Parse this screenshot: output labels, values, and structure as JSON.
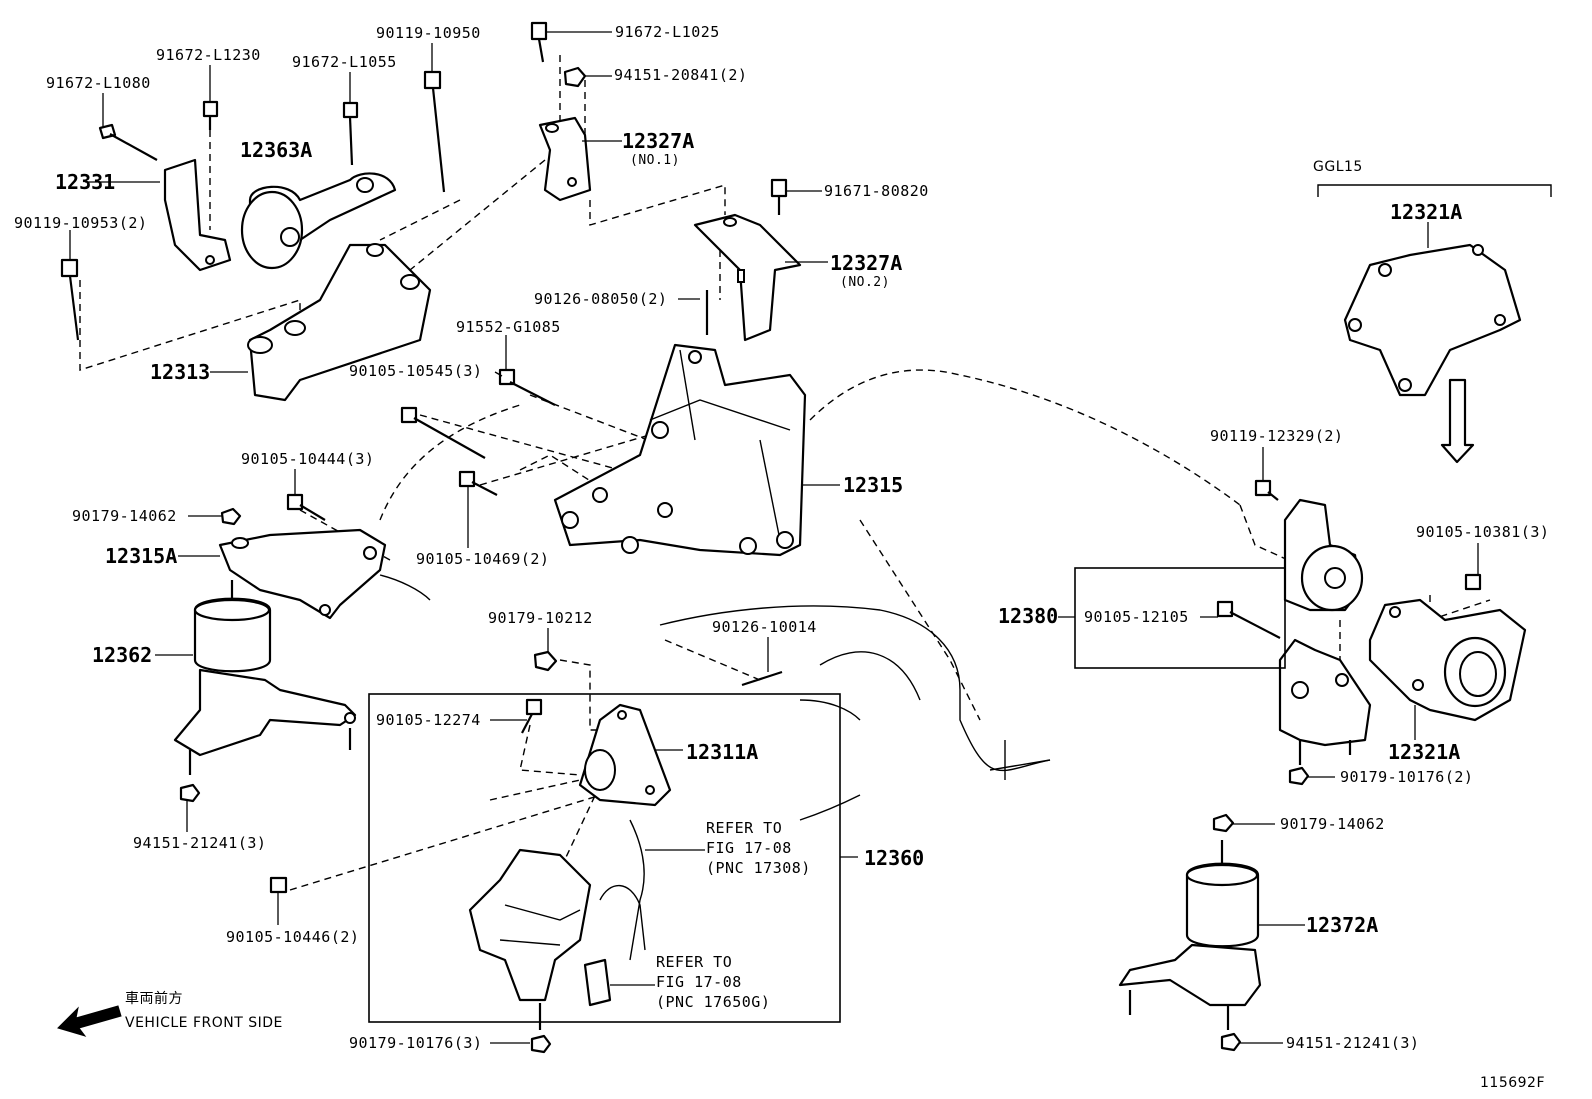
{
  "diagram": {
    "figure_id": "115692F",
    "variant_label": "GGL15",
    "direction": {
      "jp": "車両前方",
      "en": "VEHICLE FRONT SIDE"
    },
    "parts": {
      "p12313": "12313",
      "p12331": "12331",
      "p12363A": "12363A",
      "p12327A_1": "12327A",
      "p12327A_1_sub": "(NO.1)",
      "p12327A_2": "12327A",
      "p12327A_2_sub": "(NO.2)",
      "p12315": "12315",
      "p12315A": "12315A",
      "p12362": "12362",
      "p12311A": "12311A",
      "p12360": "12360",
      "p12321A_top": "12321A",
      "p12321A_bot": "12321A",
      "p12380": "12380",
      "p12372A": "12372A"
    },
    "fasteners": {
      "f91672_L1080": "91672-L1080",
      "f91672_L1230": "91672-L1230",
      "f91672_L1055": "91672-L1055",
      "f90119_10950": "90119-10950",
      "f91672_L1025": "91672-L1025",
      "f94151_20841": "94151-20841(2)",
      "f90119_10953": "90119-10953(2)",
      "f91671_80820": "91671-80820",
      "f90126_08050": "90126-08050(2)",
      "f91552_G1085": "91552-G1085",
      "f90105_10545": "90105-10545(3)",
      "f90105_10444": "90105-10444(3)",
      "f90179_14062_left": "90179-14062",
      "f90105_10469": "90105-10469(2)",
      "f90179_10212": "90179-10212",
      "f90126_10014": "90126-10014",
      "f90105_12274": "90105-12274",
      "f94151_21241_left": "94151-21241(3)",
      "f90105_10446": "90105-10446(2)",
      "f90179_10176_bottom": "90179-10176(3)",
      "f90119_12329": "90119-12329(2)",
      "f90105_10381": "90105-10381(3)",
      "f90105_12105": "90105-12105",
      "f90179_10176_right": "90179-10176(2)",
      "f90179_14062_right": "90179-14062",
      "f94151_21241_right": "94151-21241(3)"
    },
    "references": {
      "ref1": "REFER TO\nFIG 17-08\n(PNC 17308)",
      "ref2": "REFER TO\nFIG 17-08\n(PNC 17650G)"
    }
  }
}
